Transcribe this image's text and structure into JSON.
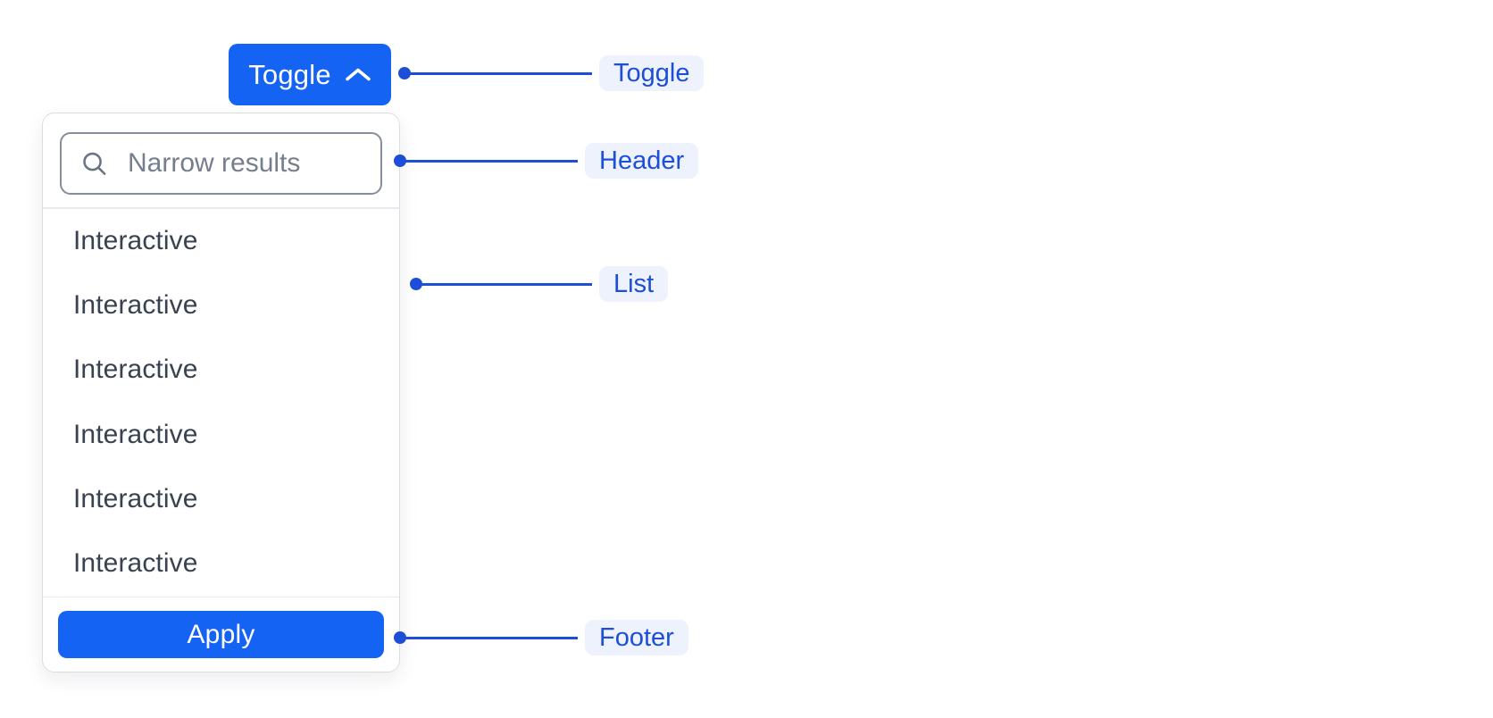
{
  "toggle_button": {
    "label": "Toggle",
    "icon": "chevron-up-icon"
  },
  "dropdown": {
    "search": {
      "placeholder": "Narrow results",
      "value": "",
      "icon": "search-icon"
    },
    "list_items": [
      "Interactive",
      "Interactive",
      "Interactive",
      "Interactive",
      "Interactive",
      "Interactive"
    ],
    "footer": {
      "apply_label": "Apply"
    }
  },
  "annotations": {
    "toggle": "Toggle",
    "header": "Header",
    "list": "List",
    "footer": "Footer"
  },
  "colors": {
    "primary_blue": "#1563F2",
    "annotation_blue": "#1D4ED8",
    "annotation_pill_bg": "#EDF2FD",
    "list_text": "#394250",
    "placeholder_gray": "#747E8D",
    "input_border": "#858E9C",
    "panel_border": "#DADEE3",
    "divider": "#E6E9ED",
    "background": "#FFFFFF"
  }
}
